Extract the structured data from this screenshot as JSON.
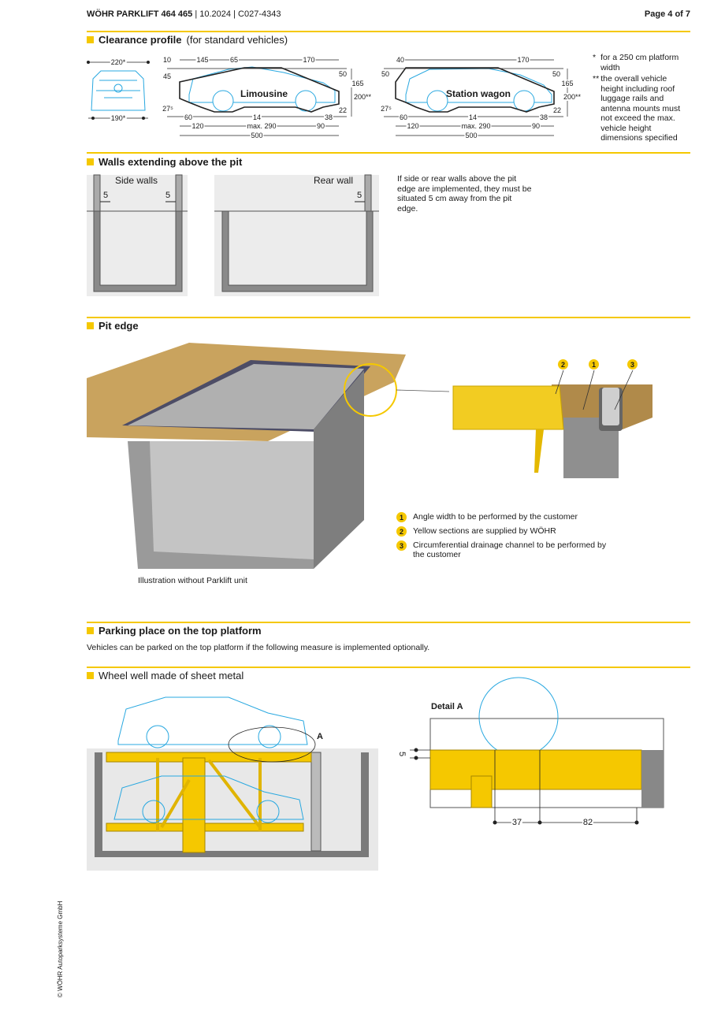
{
  "header": {
    "product": "WÖHR PARKLIFT 464  465",
    "date": "10.2024",
    "code": "C027-4343",
    "page": "Page 4 of 7"
  },
  "clearance": {
    "title": "Clearance profile",
    "subtitle": "(for standard vehicles)",
    "front": [
      "220*",
      "190*"
    ],
    "limousine": {
      "name": "Limousine",
      "dims": [
        "10",
        "145",
        "65",
        "170",
        "45",
        "50",
        "165",
        "200**",
        "27⁵",
        "22",
        "60",
        "14",
        "38",
        "120",
        "max. 290",
        "90",
        "500"
      ]
    },
    "wagon": {
      "name": "Station wagon",
      "dims": [
        "40",
        "170",
        "50",
        "50",
        "165",
        "200**",
        "27⁵",
        "22",
        "60",
        "14",
        "38",
        "120",
        "max. 290",
        "90",
        "500"
      ]
    },
    "notes": [
      {
        "mark": "*",
        "text": "for a 250 cm platform width"
      },
      {
        "mark": "**",
        "text": "the overall vehicle height including roof luggage rails and antenna mounts must not exceed the max. vehicle height dimensions specified"
      }
    ]
  },
  "walls": {
    "title": "Walls extending above the pit",
    "side_label": "Side walls",
    "rear_label": "Rear wall",
    "dim": "5",
    "text": "If side or rear walls above the pit edge are implemented, they must be situated 5 cm away from the pit edge."
  },
  "pit_edge": {
    "title": "Pit edge",
    "caption": "Illustration without Parklift unit",
    "items": [
      {
        "n": "1",
        "text": "Angle width to be performed by the customer"
      },
      {
        "n": "2",
        "text": "Yellow sections are supplied by WÖHR"
      },
      {
        "n": "3",
        "text": "Circumferential drainage channel to be performed by the customer"
      }
    ]
  },
  "top_platform": {
    "title": "Parking place on the top platform",
    "text": "Vehicles can be parked on the top platform if the following measure is implemented optionally."
  },
  "wheel_well": {
    "title": "Wheel well made of sheet metal",
    "marker": "A",
    "detail_title": "Detail A",
    "dims": [
      "5",
      "37",
      "82"
    ]
  },
  "copyright": "© WÖHR Autoparksysteme GmbH",
  "colors": {
    "accent": "#f5c800",
    "car": "#29a8e0"
  }
}
